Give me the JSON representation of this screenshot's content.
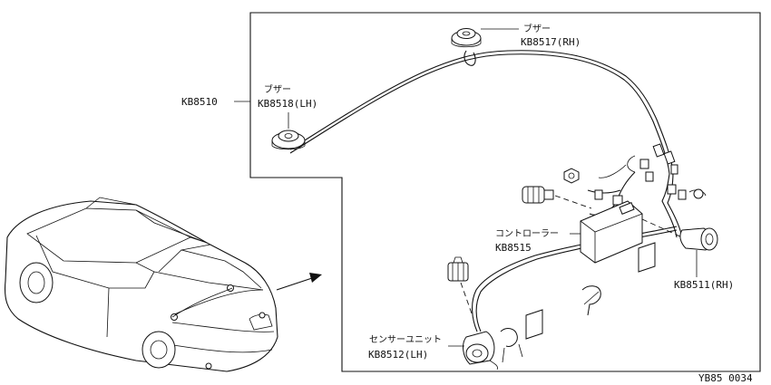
{
  "labels": {
    "harness": "KB8510",
    "buzzer_jp": "ブザー",
    "buzzer_lh": "KB8518(LH)",
    "buzzer_rh": "KB8517(RH)",
    "controller_jp": "コントローラー",
    "controller": "KB8515",
    "sensor_unit_jp": "センサーユニット",
    "sensor_lh": "KB8512(LH)",
    "sensor_rh": "KB8511(RH)",
    "diagram_code": "YB85 0034"
  }
}
